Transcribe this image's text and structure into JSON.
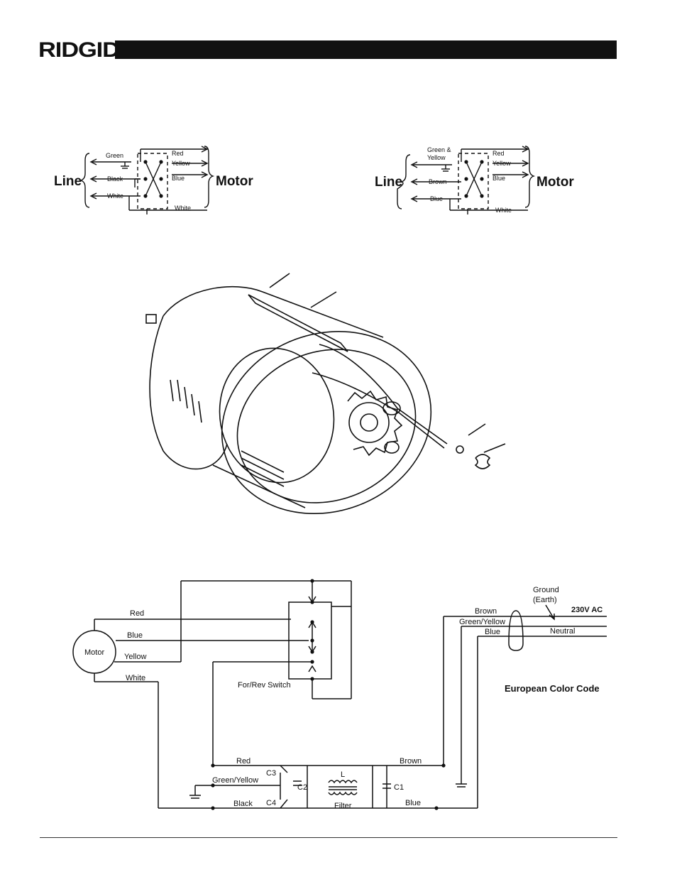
{
  "header": {
    "brand": "RIDGID"
  },
  "switch_diagrams": [
    {
      "id": "us",
      "left_label": "Line",
      "right_label": "Motor",
      "line_wires": [
        "Green",
        "Black",
        "White"
      ],
      "motor_wires": [
        "Red",
        "Yellow",
        "Blue",
        "White"
      ]
    },
    {
      "id": "eu",
      "left_label": "Line",
      "right_label": "Motor",
      "line_wires": [
        "Green &",
        "Yellow",
        "Brown",
        "Blue"
      ],
      "motor_wires": [
        "Red",
        "Yellow",
        "Blue",
        "White"
      ]
    }
  ],
  "wiring": {
    "motor": "Motor",
    "motor_wires": [
      "Red",
      "Blue",
      "Yellow",
      "White"
    ],
    "switch": "For/Rev Switch",
    "ground": [
      "Ground",
      "(Earth)"
    ],
    "supply": "230V AC",
    "neutral": "Neutral",
    "line_wires": [
      "Brown",
      "Green/Yellow",
      "Blue"
    ],
    "code_title": "European Color Code",
    "filter_labels": {
      "red": "Red",
      "green_yellow": "Green/Yellow",
      "black": "Black",
      "brown": "Brown",
      "blue": "Blue",
      "c1": "C1",
      "c2": "C2",
      "c3": "C3",
      "c4": "C4",
      "inductor": "L",
      "filter": "Filter"
    }
  },
  "colors": {
    "ink": "#111111",
    "paper": "#ffffff"
  }
}
